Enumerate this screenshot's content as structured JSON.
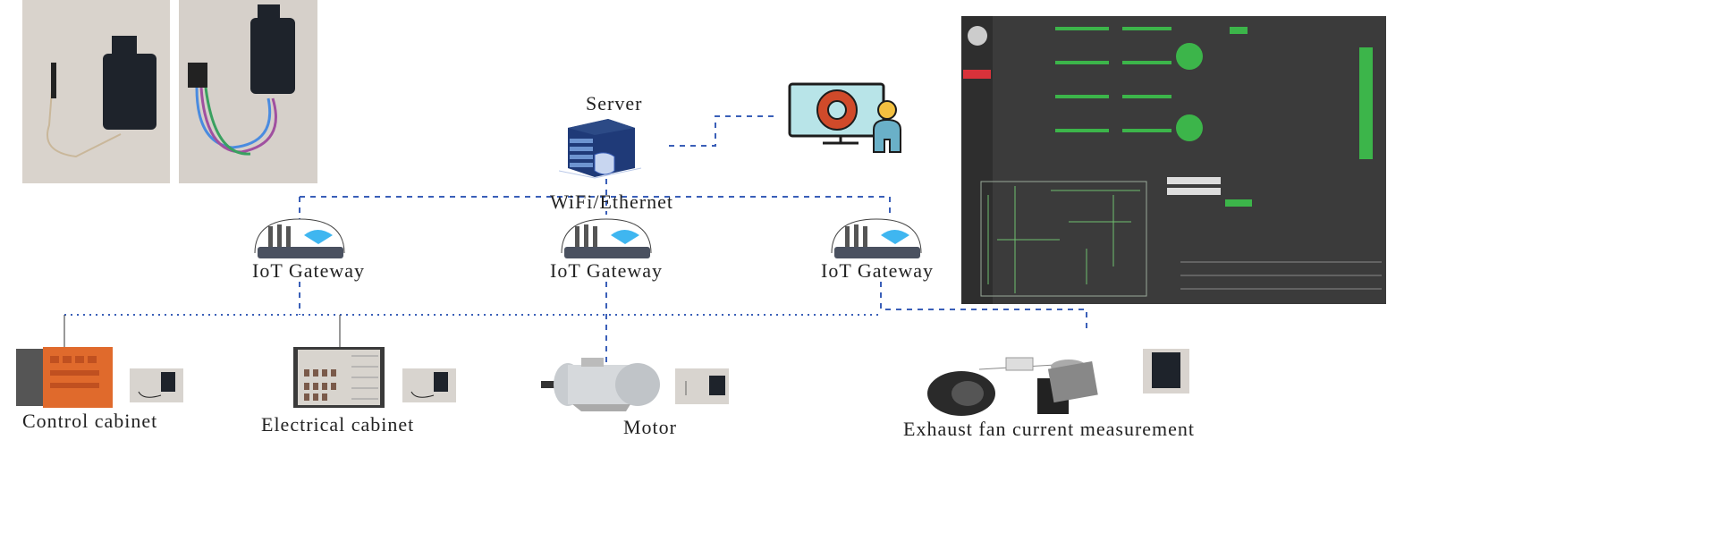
{
  "server": {
    "label": "Server",
    "link_label": "WiFi/Ethernet"
  },
  "gateways": [
    {
      "label": "IoT Gateway"
    },
    {
      "label": "IoT Gateway"
    },
    {
      "label": "IoT Gateway"
    }
  ],
  "devices": [
    {
      "label": "Control cabinet"
    },
    {
      "label": "Electrical cabinet"
    },
    {
      "label": "Motor"
    },
    {
      "label": "Exhaust fan current measurement"
    }
  ],
  "colors": {
    "link": "#3a5fb8",
    "dashboard_bg": "#3b3b3b",
    "dashboard_accent": "#3cb54a",
    "cabinet": "#e06a2c",
    "server": "#2c4a86"
  }
}
